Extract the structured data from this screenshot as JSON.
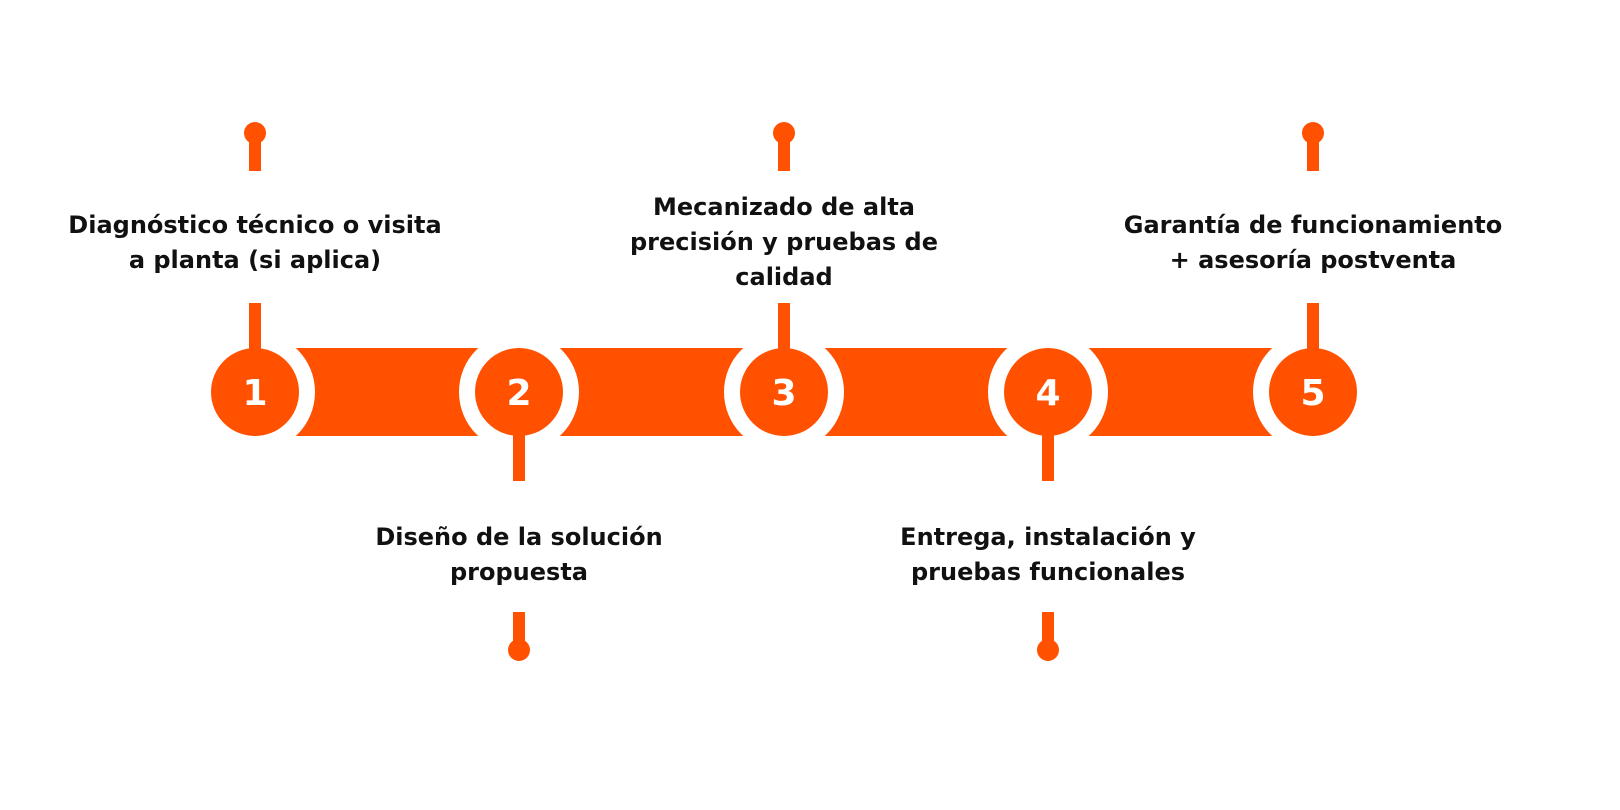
{
  "accent_color": "#FF5100",
  "steps": [
    {
      "number": "1",
      "label": "Diagnóstico técnico o visita a planta (si aplica)",
      "position": "top"
    },
    {
      "number": "2",
      "label": "Diseño de la solución propuesta",
      "position": "bottom"
    },
    {
      "number": "3",
      "label": "Mecanizado de alta precisión y pruebas de calidad",
      "position": "top"
    },
    {
      "number": "4",
      "label": "Entrega, instalación y pruebas funcionales",
      "position": "bottom"
    },
    {
      "number": "5",
      "label": "Garantía de funcionamiento + asesoría postventa",
      "position": "top"
    }
  ]
}
